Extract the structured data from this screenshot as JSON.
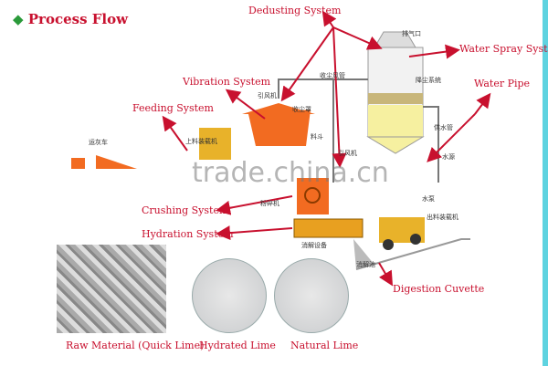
{
  "title": "Process Flow",
  "title_icon": "diamond-bullet-icon",
  "labels": {
    "dedusting": "Dedusting System",
    "water_spray": "Water Spray System",
    "water_pipe": "Water Pipe",
    "vibration": "Vibration System",
    "feeding": "Feeding System",
    "crushing": "Crushing System",
    "hydration": "Hydration System",
    "digestion": "Digestion Cuvette"
  },
  "cn": {
    "exhaust": "排气口",
    "dust_duct": "收尘风管",
    "dust_system": "降尘系统",
    "fan1": "引风机",
    "dust_hood": "收尘罩",
    "hopper": "料斗",
    "fan2": "引风机",
    "supply_pipe": "供水管",
    "water_source": "水源",
    "pump": "水泵",
    "truck": "运灰车",
    "loader_in": "上料装载机",
    "crusher": "粉碎机",
    "digester": "消解设备",
    "pool": "消解池",
    "loader_out": "出料装载机"
  },
  "samples": [
    "Raw Material (Quick Lime)",
    "Hydrated Lime",
    "Natural Lime"
  ],
  "watermark": "trade.china.cn",
  "colors": {
    "accent": "#c8102e",
    "orange": "#f26b21",
    "arrow": "#8b1a1a"
  }
}
